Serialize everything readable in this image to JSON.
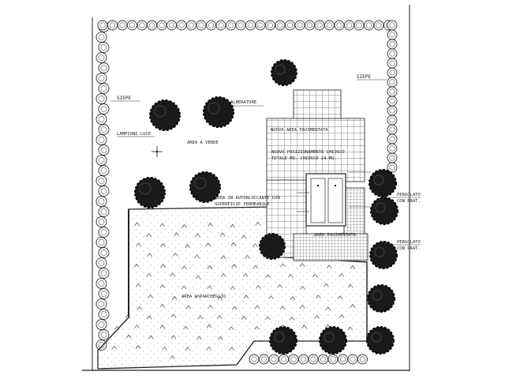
{
  "labels": {
    "siepe_right": "SIEPE",
    "siepe_left": "SIEPE",
    "alberature": "ALBERATURE",
    "lampioni": "LAMPIONI LUCE",
    "area_verde": "AREA A VERDE",
    "nuova_area_pavimentata": "NUOVA AREA PAVIMENTATA",
    "chiosco_line1": "NUOVO POSIZIONAMENTO CHIOSCO",
    "chiosco_line2": "TOTALE MQ. CHIOSCO 24 MQ.",
    "area_autobloccante_line1": "AREA IN AUTOBLOCCANTE CON",
    "area_autobloccante_line2": "SUPERFICIE PERMEABILE",
    "pergolato_1_line1": "PERGOLATO",
    "pergolato_1_line2": "CON PRAT.",
    "pergolato_2_line1": "PERGOLATO",
    "pergolato_2_line2": "CON PRAT.",
    "area_pavimentata": "AREA PAVIMENTATA",
    "area_parcheggio": "AREA A PARCHEGGIO"
  }
}
